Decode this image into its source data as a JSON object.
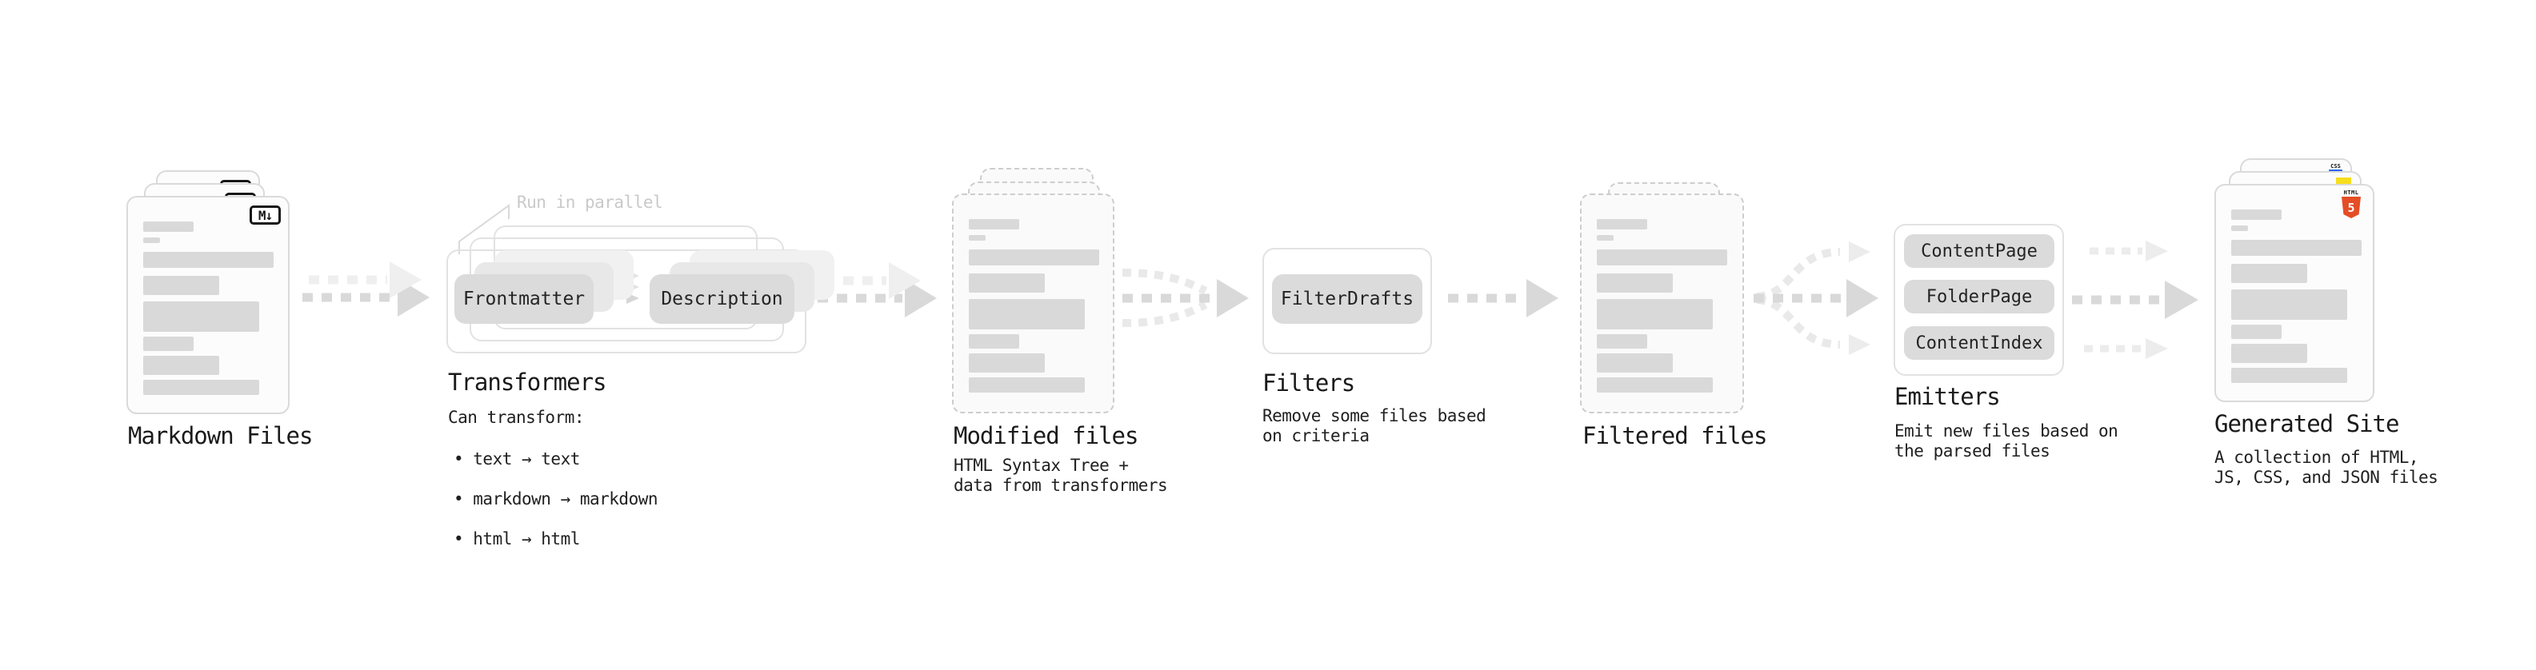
{
  "colors": {
    "bar": "#d9d9d9",
    "pill": "#dbdbdb",
    "arrow": "#d9d9d9",
    "arrow_ghost": "#efefef",
    "arrow_light": "#e9e9e9",
    "muted_text": "#c9c9c9",
    "html5_orange": "#e44d26",
    "js_yellow": "#f7de1e",
    "css_blue": "#2965f1"
  },
  "stages": {
    "markdown_files": {
      "label": "Markdown Files",
      "badge": "M↓"
    },
    "transformers": {
      "label": "Transformers",
      "annotation": "Run in parallel",
      "pills": {
        "frontmatter": "Frontmatter",
        "description": "Description"
      },
      "desc_title": "Can transform:",
      "bullets": [
        "• text → text",
        "• markdown → markdown",
        "• html → html"
      ]
    },
    "modified_files": {
      "label": "Modified files",
      "desc": "HTML Syntax Tree +\ndata from transformers"
    },
    "filters": {
      "label": "Filters",
      "pill": "FilterDrafts",
      "desc": "Remove some files based\non criteria"
    },
    "filtered_files": {
      "label": "Filtered files"
    },
    "emitters": {
      "label": "Emitters",
      "pills": [
        "ContentPage",
        "FolderPage",
        "ContentIndex"
      ],
      "desc": "Emit new files based on\nthe parsed files"
    },
    "generated_site": {
      "label": "Generated Site",
      "desc": "A collection of HTML,\nJS, CSS, and JSON files",
      "badges": {
        "css": "CSS",
        "html_top": "HTML",
        "html_num": "5"
      }
    }
  }
}
